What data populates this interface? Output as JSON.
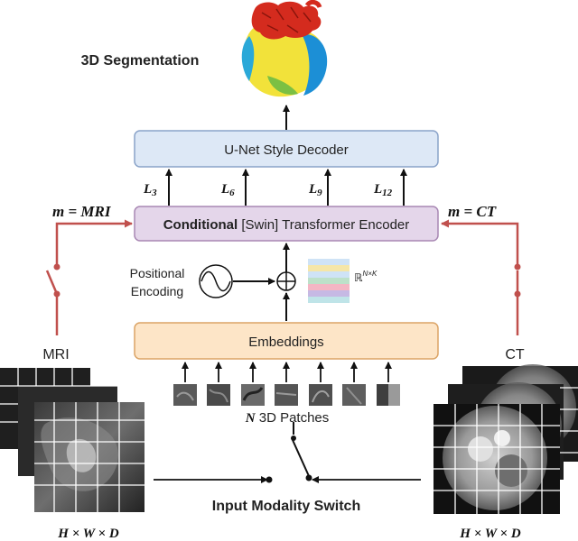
{
  "output": {
    "title": "3D Segmentation"
  },
  "decoder": {
    "label": "U-Net Style Decoder"
  },
  "encoder": {
    "label_bold": "Conditional",
    "label_rest": " [Swin] Transformer Encoder"
  },
  "skips": [
    {
      "var": "L",
      "sub": "3"
    },
    {
      "var": "L",
      "sub": "6"
    },
    {
      "var": "L",
      "sub": "9"
    },
    {
      "var": "L",
      "sub": "12"
    }
  ],
  "conditions": {
    "left": {
      "var": "m",
      "eq": " = ",
      "value": "MRI"
    },
    "right": {
      "var": "m",
      "eq": " = ",
      "value": "CT"
    }
  },
  "positional": {
    "line1": "Positional",
    "line2": "Encoding"
  },
  "plus_symbol": "⊕",
  "space": {
    "base": "ℝ",
    "sup": "N×K"
  },
  "embeddings": {
    "label": "Embeddings"
  },
  "patches": {
    "var": "N",
    "text": " 3D Patches"
  },
  "modalities": {
    "left": "MRI",
    "right": "CT"
  },
  "switch": {
    "label": "Input Modality Switch"
  },
  "dims": {
    "left": "H × W × D",
    "right": "H × W × D"
  },
  "colors": {
    "decoder_fill": "#dde8f6",
    "decoder_stroke": "#8aa3c9",
    "encoder_fill": "#e4d6ea",
    "encoder_stroke": "#a887b3",
    "embed_fill": "#fde5c7",
    "embed_stroke": "#dba466",
    "wire": "#c0504d"
  }
}
